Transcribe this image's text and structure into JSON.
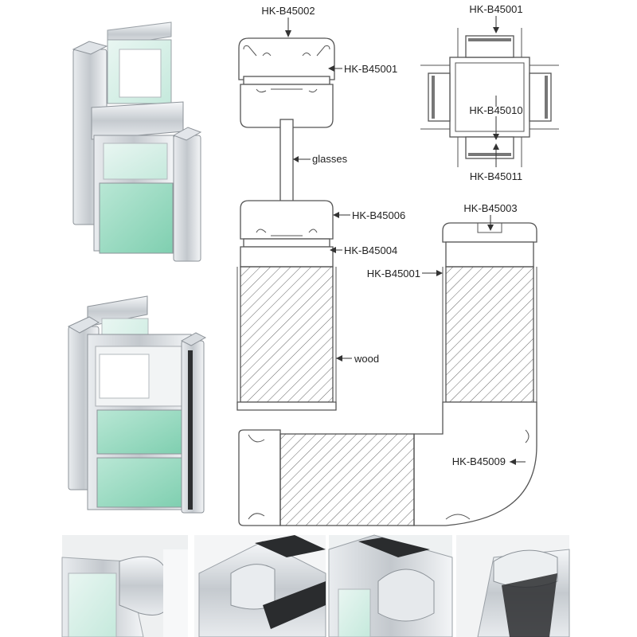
{
  "labels": {
    "top_profile": "HK-B45002",
    "top_profile_body": "HK-B45001",
    "glasses": "glasses",
    "corner_top": "HK-B45001",
    "corner_center": "HK-B45010",
    "corner_bottom": "HK-B45011",
    "lower_cap": "HK-B45006",
    "lower_body": "HK-B45004",
    "right_cap": "HK-B45003",
    "right_body": "HK-B45001",
    "wood": "wood",
    "curve": "HK-B45009"
  },
  "colors": {
    "line": "#555555",
    "text": "#222222",
    "aluminium": "#c9ced3",
    "glass_green": "#8fd3b8"
  }
}
